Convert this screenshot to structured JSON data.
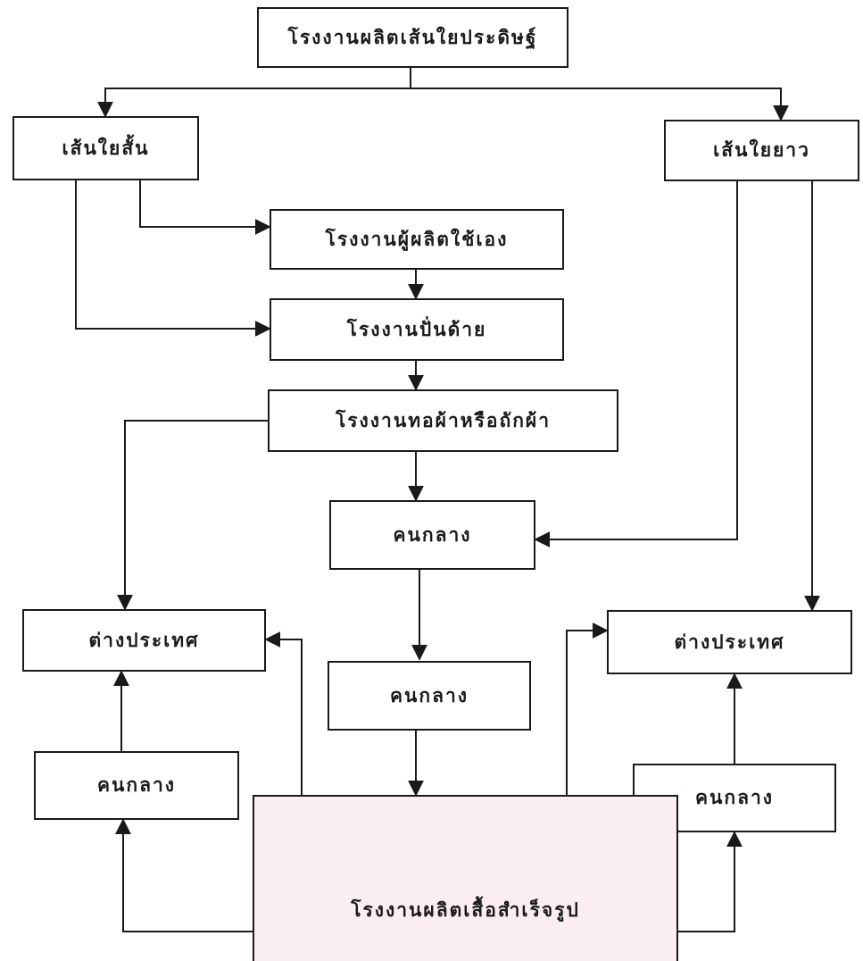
{
  "nodes": {
    "factory": "โรงงานผลิตเส้นใยประดิษฐ์",
    "short_fiber": "เส้นใยสั้น",
    "long_fiber": "เส้นใยยาว",
    "producer_factory": "โรงงานผู้ผลิตใช้เอง",
    "spinning": "โรงงานปั่นด้าย",
    "weaving": "โรงงานทอผ้าหรือถักผ้า",
    "middleman_center": "คนกลาง",
    "middleman_center_2": "คนกลาง",
    "abroad_left": "ต่างประเทศ",
    "abroad_right": "ต่างประเทศ",
    "middleman_left": "คนกลาง",
    "middleman_right": "คนกลาง",
    "garment": "โรงงานผลิตเสื้อสำเร็จรูป"
  },
  "colors": {
    "line": "#1a1a1a",
    "garment_fill": "#fbeef2"
  }
}
